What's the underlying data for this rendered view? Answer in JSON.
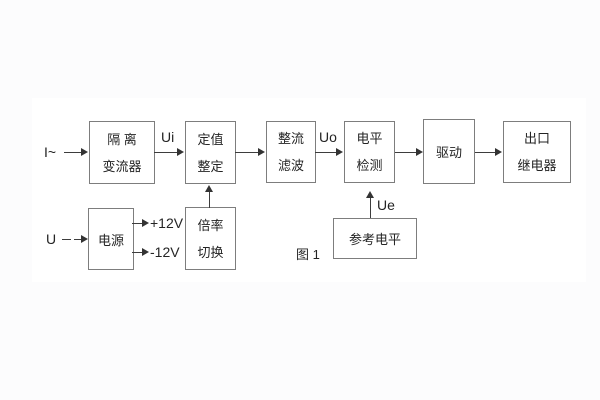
{
  "figure_caption": "图 1",
  "diagram": {
    "boxes": {
      "isolation": {
        "line1": "隔 离",
        "line2": "变流器"
      },
      "value_setting": {
        "line1": "定值",
        "line2": "整定"
      },
      "rectify_filter": {
        "line1": "整流",
        "line2": "滤波"
      },
      "level_detect": {
        "line1": "电平",
        "line2": "检测"
      },
      "drive": {
        "label": "驱动"
      },
      "output_relay": {
        "line1": "出口",
        "line2": "继电器"
      },
      "power": {
        "label": "电源"
      },
      "multiplier_switch": {
        "line1": "倍率",
        "line2": "切换"
      },
      "reference_level": {
        "label": "参考电平"
      }
    },
    "signals": {
      "input_current": "I~",
      "ui": "Ui",
      "uo": "Uo",
      "ue": "Ue",
      "input_voltage": "U",
      "plus12": "+12V",
      "minus12": "-12V"
    },
    "colors": {
      "background": "#fcfcfd",
      "panel": "#ffffff",
      "box_border": "#7d7d7d",
      "line": "#3d3d3d",
      "text": "#242424"
    }
  }
}
